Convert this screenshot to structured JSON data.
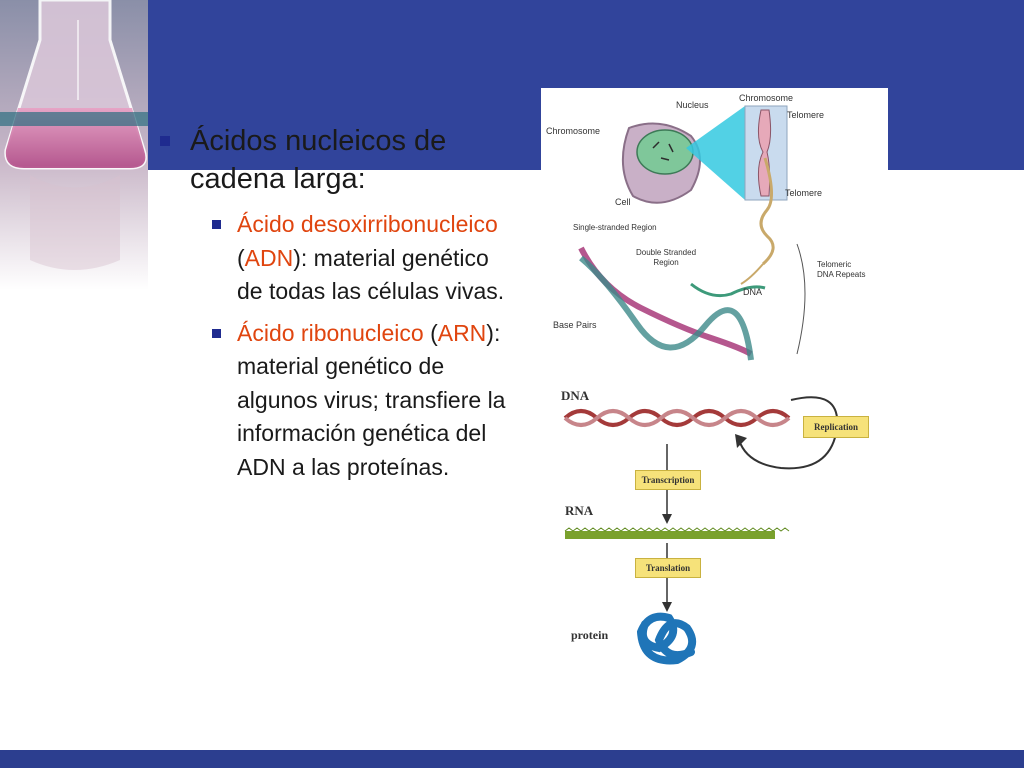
{
  "slide": {
    "title": "Ácidos nucleicos de cadena larga:",
    "bullets": [
      {
        "highlight": "Ácido desoxirribonucleico",
        "open": "(",
        "abbr": "ADN",
        "rest": "): material genético de todas las células vivas."
      },
      {
        "highlight": " Ácido ribonucleico",
        "open": "(",
        "abbr": "ARN",
        "rest": "): material genético de algunos virus; transfiere la información genética del ADN a las proteínas."
      }
    ],
    "colors": {
      "band": "#31449b",
      "accent": "#e0450f",
      "bullet": "#1f2b8f"
    }
  },
  "figure_top": {
    "labels": {
      "nucleus": "Nucleus",
      "chromosome_left": "Chromosome",
      "chromosome_top": "Chromosome",
      "telomere_top": "Telomere",
      "telomere_bottom": "Telomere",
      "cell": "Cell",
      "single_stranded": "Single-stranded Region",
      "double_stranded": "Double Stranded Region",
      "dna": "DNA",
      "telomeric_repeats": "Telomeric DNA Repeats",
      "base_pairs": "Base Pairs"
    }
  },
  "figure_bottom": {
    "labels": {
      "dna": "DNA",
      "replication": "Replication",
      "transcription": "Transcription",
      "rna": "RNA",
      "translation": "Translation",
      "protein": "protein"
    }
  }
}
